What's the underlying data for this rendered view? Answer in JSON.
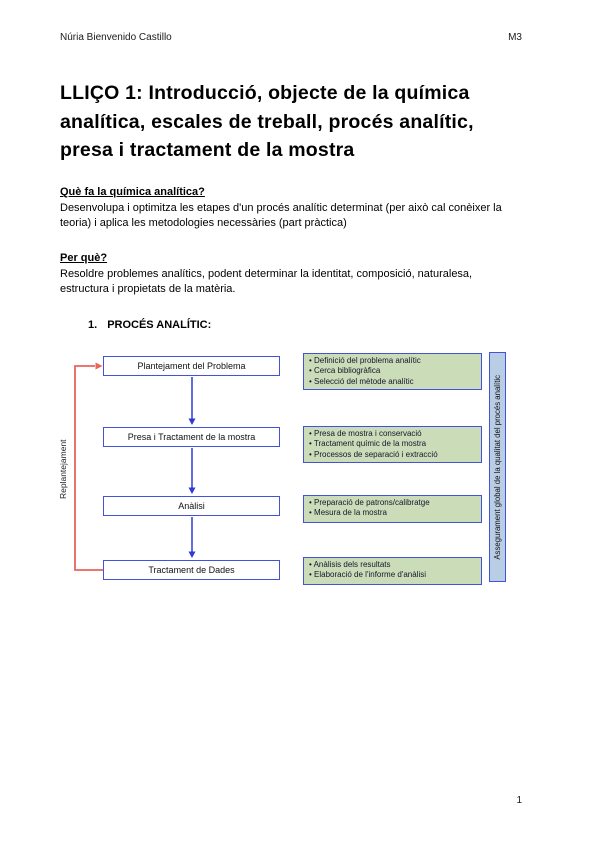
{
  "header": {
    "author": "Núria Bienvenido Castillo",
    "module": "M3"
  },
  "title": "LLIÇO 1: Introducció, objecte de la química analítica, escales de treball, procés analític, presa i tractament de la mostra",
  "sections": [
    {
      "heading": "Què fa la química analítica?",
      "body": "Desenvolupa i optimitza les etapes d'un procés analític determinat (per això cal conèixer la teoria) i aplica les metodologies necessàries (part pràctica)"
    },
    {
      "heading": "Per què?",
      "body": "Resoldre problemes analítics, podent determinar la identitat, composició, naturalesa, estructura i propietats de la matèria."
    }
  ],
  "list_heading": {
    "number": "1.",
    "text": "PROCÉS ANALÍTIC:"
  },
  "diagram": {
    "steps": [
      {
        "label": "Plantejament del Problema",
        "bullets": [
          "Definició del problema analític",
          "Cerca bibliogràfica",
          "Selecció del mètode analític"
        ]
      },
      {
        "label": "Presa i Tractament de la mostra",
        "bullets": [
          "Presa de mostra i conservació",
          "Tractament químic de la mostra",
          "Processos de separació i extracció"
        ]
      },
      {
        "label": "Anàlisi",
        "bullets": [
          "Preparació de patrons/calibratge",
          "Mesura de la mostra"
        ]
      },
      {
        "label": "Tractament de Dades",
        "bullets": [
          "Anàlisis dels resultats",
          "Elaboració de l'informe d'anàlisi"
        ]
      }
    ],
    "feedback_label": "Replantejament",
    "quality_label": "Assegurament global de la qualitat del procés analític",
    "colors": {
      "box_border": "#4353d9",
      "arrow": "#2e3ad1",
      "feedback": "#e8645c",
      "bullets_bg": "#cbddb8",
      "quality_bg": "#b9cde5"
    }
  },
  "footer": {
    "page_number": "1"
  }
}
